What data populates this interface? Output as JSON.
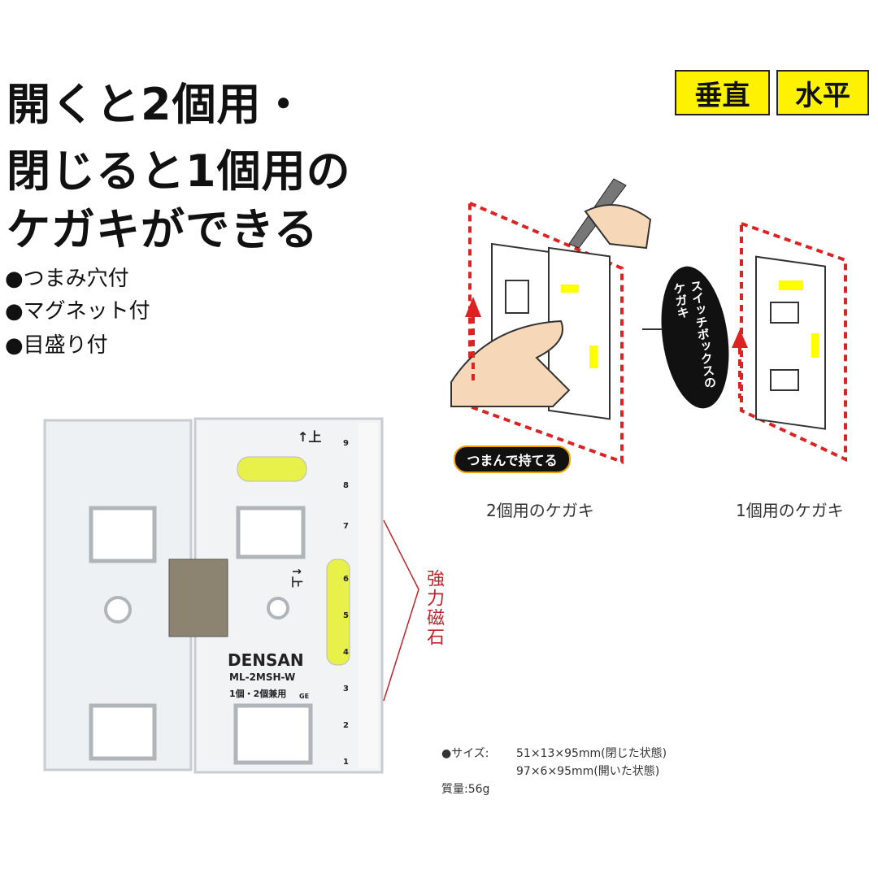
{
  "headline": [
    "開くと2個用・",
    "閉じると1個用の",
    "ケガキができる"
  ],
  "features": [
    "●つまみ穴付",
    "●マグネット付",
    "●目盛り付"
  ],
  "badges": [
    "垂直",
    "水平"
  ],
  "diagram": {
    "callout": "スイッチボックスのケガキ",
    "grip": "つまんで持てる",
    "caption_two": "2個用のケガキ",
    "caption_one": "1個用のケガキ"
  },
  "product": {
    "brand": "DENSAN",
    "model": "ML-2MSH-W",
    "usage": "1個・2個兼用",
    "ge": "GE",
    "up1": "↑上",
    "up2": "↑上",
    "scale": [
      "1",
      "2",
      "3",
      "4",
      "5",
      "6",
      "7",
      "8",
      "9"
    ]
  },
  "magnet_label": "強力磁石",
  "spec": {
    "size_label": "●サイズ:",
    "size_closed": "51×13×95mm(閉じた状態)",
    "size_open": "97×6×95mm(開いた状態)",
    "weight": "質量:56g"
  },
  "colors": {
    "yellow": "#fff200",
    "red": "#c0242b"
  }
}
